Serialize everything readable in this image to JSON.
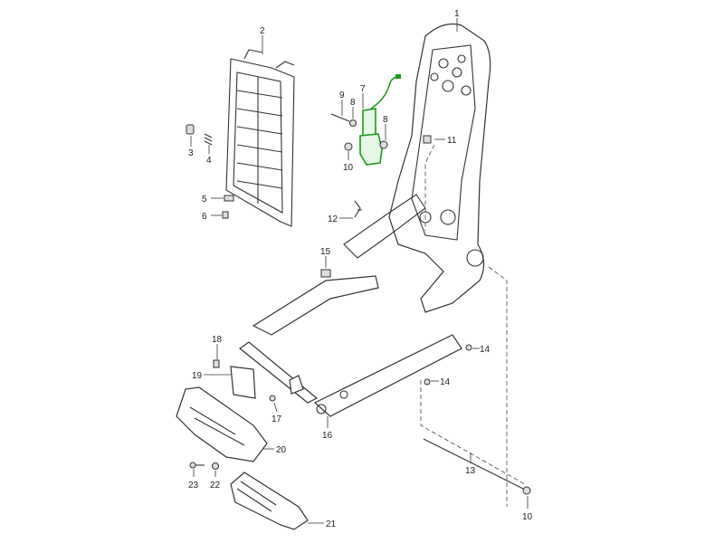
{
  "diagram": {
    "highlight_color": "#1a9a1a",
    "highlighted_part": "7",
    "callouts": [
      "1",
      "2",
      "3",
      "4",
      "5",
      "6",
      "7",
      "8",
      "8",
      "9",
      "10",
      "10",
      "11",
      "12",
      "13",
      "14",
      "14",
      "15",
      "16",
      "17",
      "18",
      "19",
      "20",
      "21",
      "22",
      "23"
    ]
  }
}
